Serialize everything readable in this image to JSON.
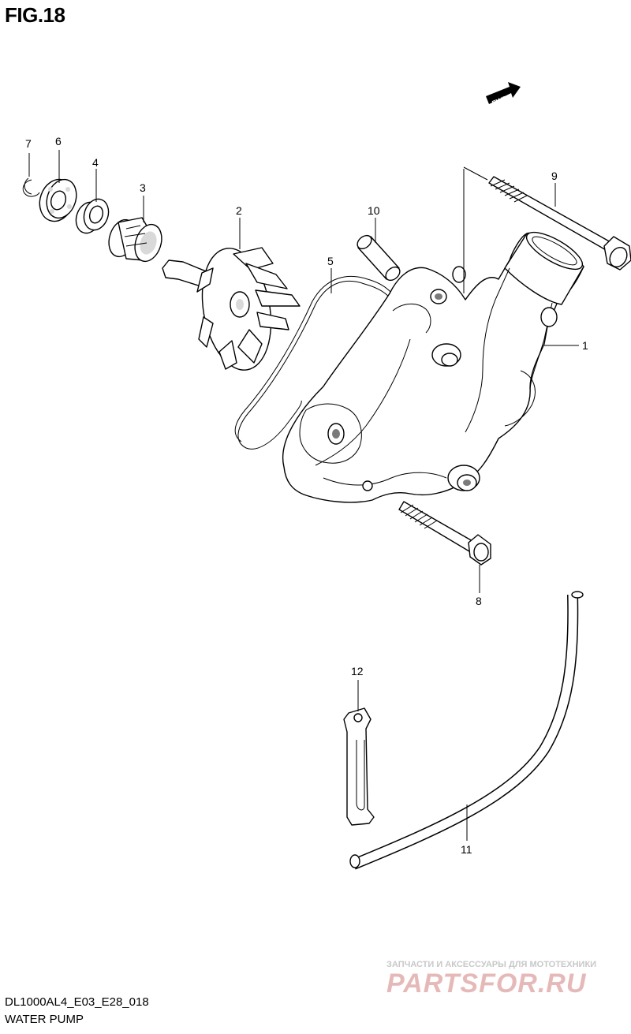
{
  "figure": {
    "title": "FIG.18",
    "model_code": "DL1000AL4_E03_E28_018",
    "caption": "WATER PUMP"
  },
  "direction_badge": "FWD",
  "callouts": {
    "p1": "1",
    "p2": "2",
    "p3": "3",
    "p4": "4",
    "p5": "5",
    "p6": "6",
    "p7": "7",
    "p8": "8",
    "p9": "9",
    "p10": "10",
    "p11": "11",
    "p12": "12"
  },
  "watermark": {
    "tagline": "ЗАПЧАСТИ И АКСЕССУАРЫ ДЛЯ МОТОТЕХНИКИ",
    "logo": "PARTSFOR.RU"
  }
}
